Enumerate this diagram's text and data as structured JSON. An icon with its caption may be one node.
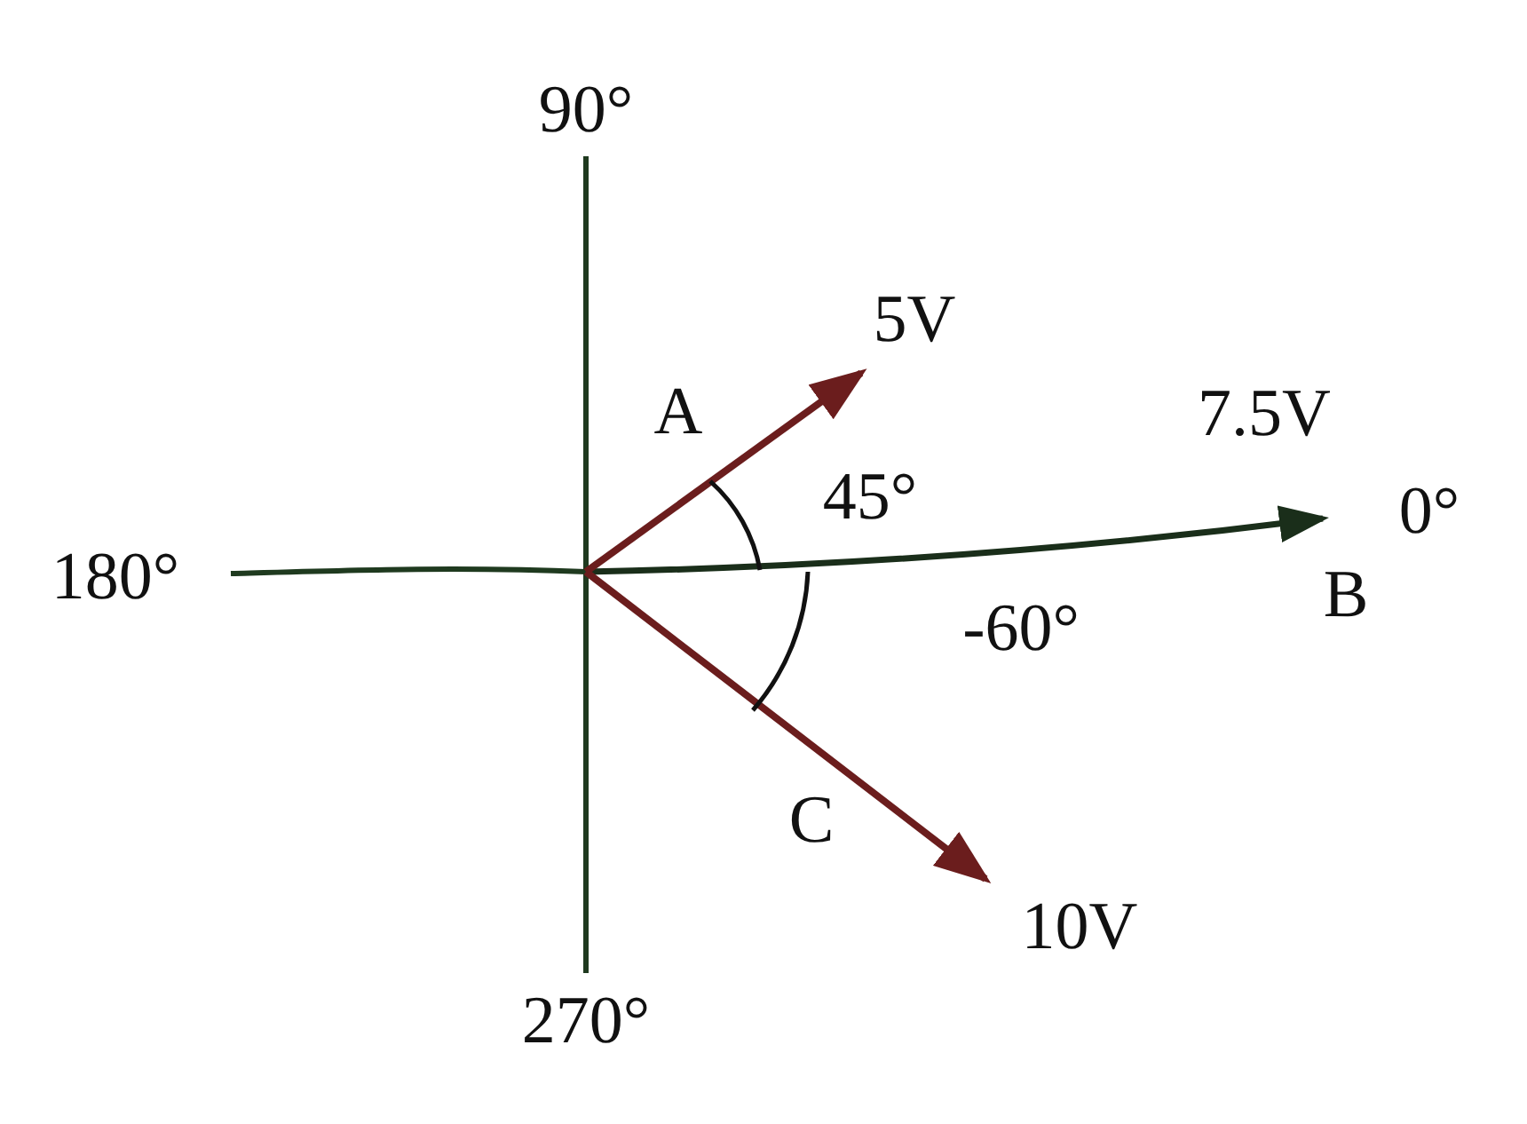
{
  "diagram": {
    "labels": [
      "90°",
      "5V",
      "A",
      "7.5V",
      "45°",
      "0°",
      "180°",
      "B",
      "-60°",
      "C",
      "10V",
      "270°"
    ]
  }
}
